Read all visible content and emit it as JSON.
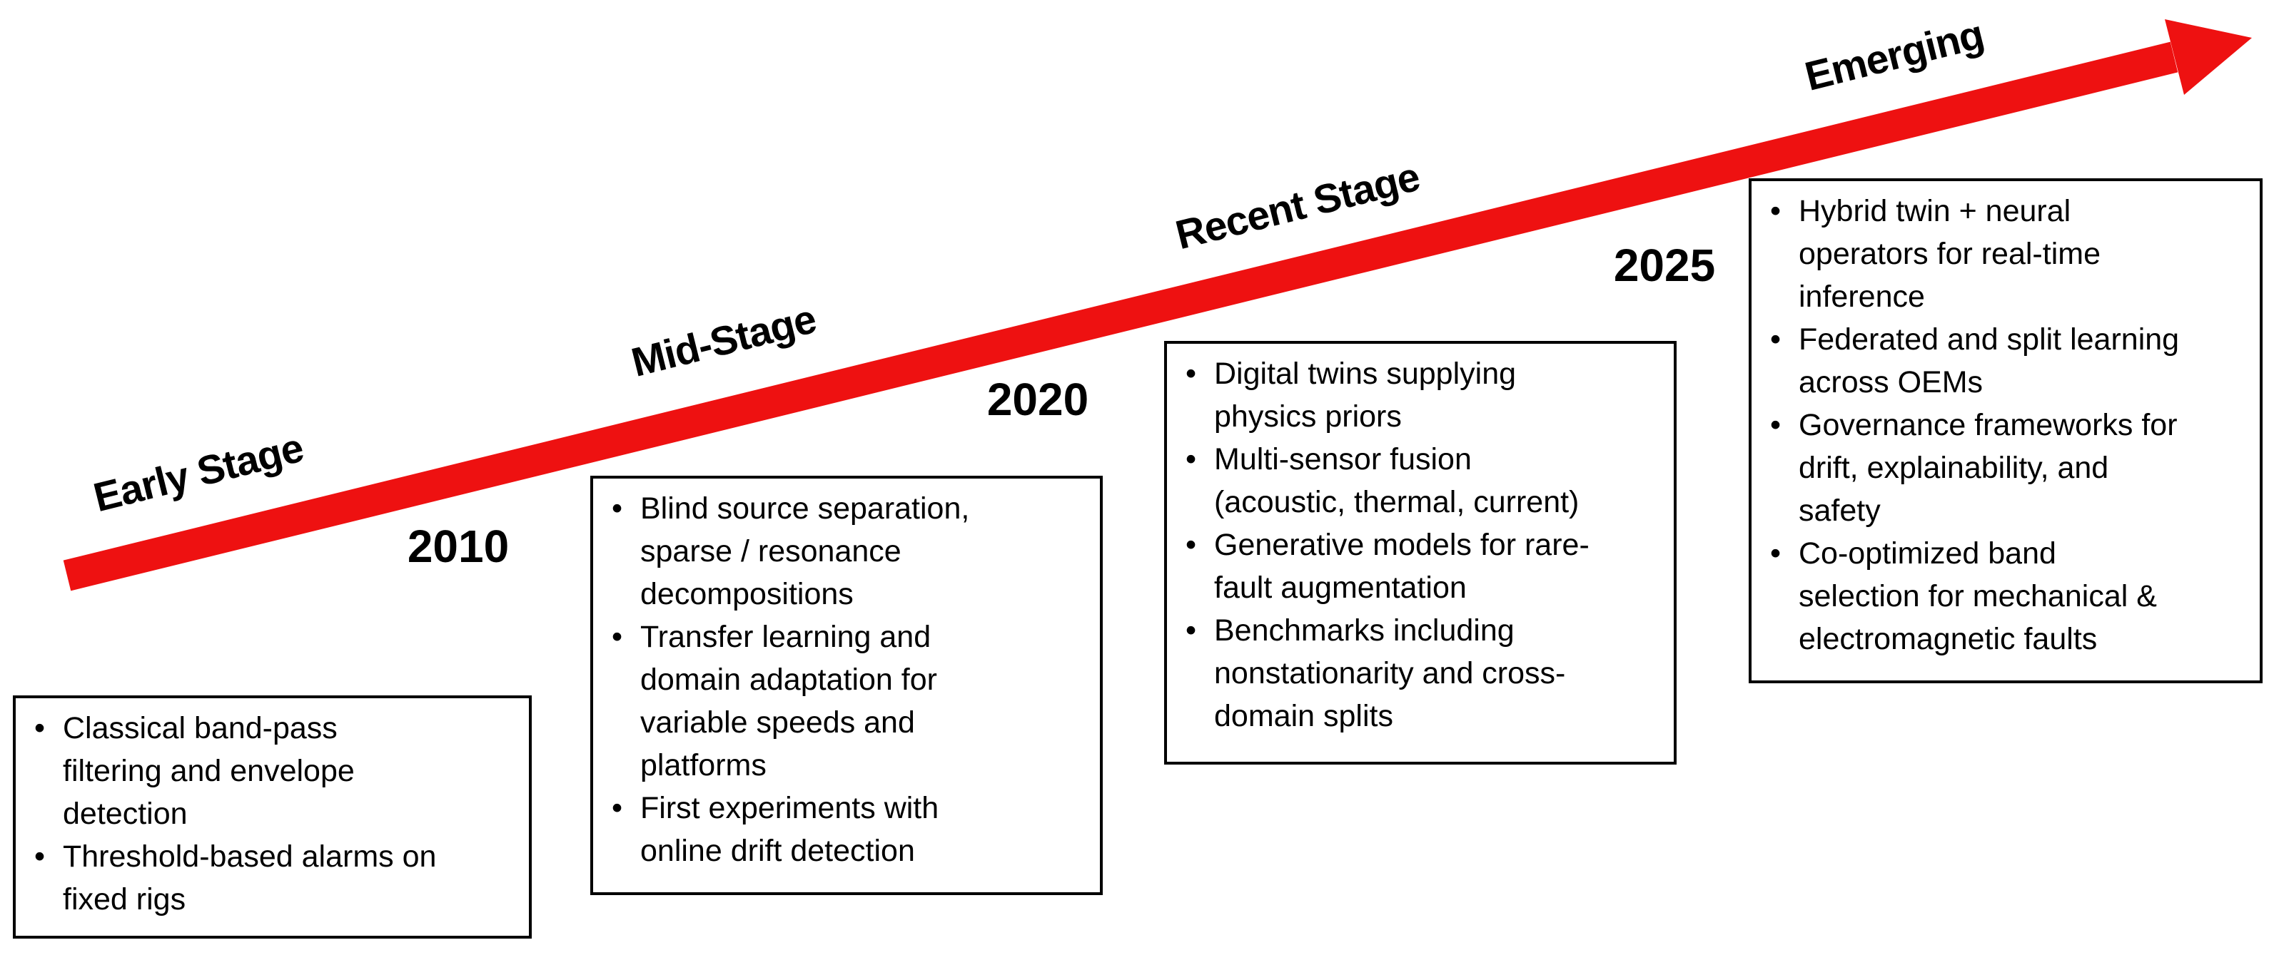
{
  "ui": {
    "bullet_char": "•"
  },
  "colors": {
    "arrow": "#EE1111",
    "text": "#000000",
    "box_border": "#000000",
    "background": "#ffffff"
  },
  "stages": [
    {
      "label": "Early Stage"
    },
    {
      "label": "Mid-Stage"
    },
    {
      "label": "Recent Stage"
    },
    {
      "label": "Emerging"
    }
  ],
  "years": [
    {
      "label": "2010"
    },
    {
      "label": "2020"
    },
    {
      "label": "2025"
    }
  ],
  "boxes": [
    {
      "stage": "Early Stage",
      "bullets": [
        "Classical band-pass\nfiltering and envelope\ndetection",
        "Threshold-based alarms on\nfixed rigs"
      ]
    },
    {
      "stage": "Mid-Stage",
      "bullets": [
        "Blind source separation,\nsparse / resonance\ndecompositions",
        "Transfer learning and\ndomain adaptation for\nvariable speeds and\nplatforms",
        "First experiments with\nonline drift detection"
      ]
    },
    {
      "stage": "Recent Stage",
      "bullets": [
        "Digital twins supplying\nphysics priors",
        "Multi-sensor fusion\n(acoustic, thermal, current)",
        "Generative models for rare-\nfault augmentation",
        "Benchmarks including\nnonstationarity and cross-\ndomain splits"
      ]
    },
    {
      "stage": "Emerging",
      "bullets": [
        "Hybrid twin + neural\noperators for real-time\ninference",
        "Federated and split learning\nacross OEMs",
        "Governance frameworks for\ndrift, explainability, and\nsafety",
        "Co-optimized band\nselection for mechanical &\nelectromagnetic faults"
      ]
    }
  ]
}
